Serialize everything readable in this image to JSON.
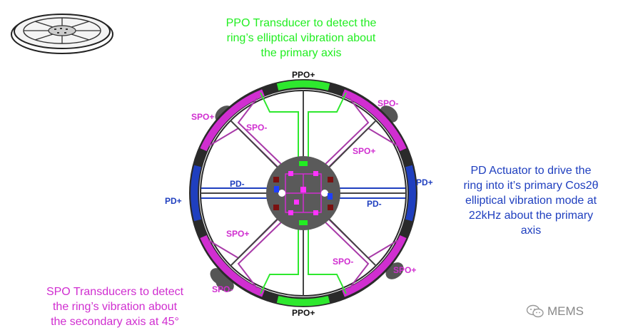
{
  "captions": {
    "ppo": {
      "lines": [
        "PPO Transducer to detect the",
        "ring’s elliptical vibration about",
        "the primary axis"
      ]
    },
    "pd": {
      "lines": [
        "PD Actuator to drive the",
        "ring into it’s primary Cos2θ",
        "elliptical vibration mode at",
        "22kHz about the primary",
        "axis"
      ]
    },
    "spo": {
      "lines": [
        "SPO Transducers to detect",
        "the ring’s vibration about",
        "the secondary axis at 45°"
      ]
    }
  },
  "labels": {
    "ppo_top": "PPO+",
    "ppo_bottom": "PPO+",
    "pd_left_outer": "PD+",
    "pd_right_outer": "PD+",
    "pd_left_inner": "PD-",
    "pd_right_inner": "PD-",
    "spo_top_left": "SPO+",
    "spo_top_left_inner": "SPO-",
    "spo_top_right": "SPO-",
    "spo_top_right_inner": "SPO+",
    "spo_bottom_left_inner": "SPO+",
    "spo_bottom_left": "SPO-",
    "spo_bottom_right_inner": "SPO-",
    "spo_bottom_right": "SPO+"
  },
  "watermark": {
    "text": "MEMS",
    "icon": "wechat-icon"
  },
  "colors": {
    "ppo": "#2ee82e",
    "pd": "#1f3fbf",
    "spo": "#d02ed0",
    "ring": "#2a2a2a",
    "hub": "#555555",
    "pad_dark": "#7a1010",
    "pad_magenta": "#ff33ff",
    "pad_blue": "#1f3fff",
    "pad_green": "#22ee22"
  }
}
